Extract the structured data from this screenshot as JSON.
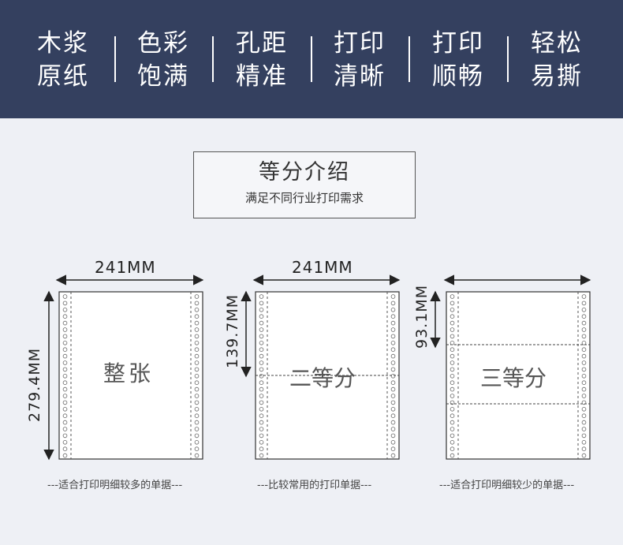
{
  "features": [
    {
      "line1": "木浆",
      "line2": "原纸"
    },
    {
      "line1": "色彩",
      "line2": "饱满"
    },
    {
      "line1": "孔距",
      "line2": "精准"
    },
    {
      "line1": "打印",
      "line2": "清晰"
    },
    {
      "line1": "打印",
      "line2": "顺畅"
    },
    {
      "line1": "轻松",
      "line2": "易撕"
    }
  ],
  "intro": {
    "title": "等分介绍",
    "subtitle": "满足不同行业打印需求"
  },
  "sheets": [
    {
      "label": "整张",
      "width": "241MM",
      "height": "279.4MM",
      "caption": "---适合打印明细较多的单据---"
    },
    {
      "label": "二等分",
      "width": "241MM",
      "height": "139.7MM",
      "caption": "---比较常用的打印单据---"
    },
    {
      "label": "三等分",
      "width": "",
      "height": "93.1MM",
      "caption": "---适合打印明细较少的单据---"
    }
  ],
  "colors": {
    "banner": "#34405f",
    "background": "#eef0f5",
    "line": "#333333"
  }
}
